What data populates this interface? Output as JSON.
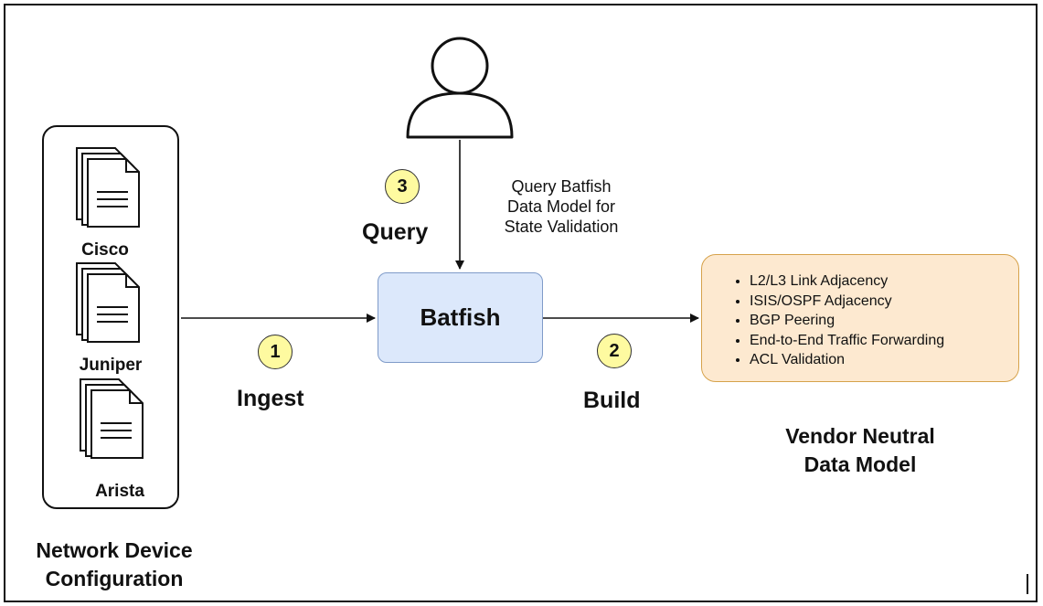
{
  "devices": {
    "labels": [
      "Cisco",
      "Juniper",
      "Arista"
    ],
    "caption_line1": "Network Device",
    "caption_line2": "Configuration"
  },
  "steps": [
    {
      "number": "1",
      "label": "Ingest"
    },
    {
      "number": "2",
      "label": "Build"
    },
    {
      "number": "3",
      "label": "Query"
    }
  ],
  "batfish": {
    "label": "Batfish"
  },
  "query_description": {
    "line1": "Query Batfish",
    "line2": "Data Model for",
    "line3": "State Validation"
  },
  "data_model": {
    "items": [
      "L2/L3 Link Adjacency",
      "ISIS/OSPF Adjacency",
      "BGP Peering",
      "End-to-End Traffic Forwarding",
      "ACL Validation"
    ],
    "caption_line1": "Vendor Neutral",
    "caption_line2": "Data Model"
  },
  "colors": {
    "batfish_fill": "#dce8fb",
    "model_fill": "#fde9d0",
    "model_border": "#d6a24b",
    "step_fill": "#fefaa0"
  },
  "icons": {
    "user": "user-icon",
    "config_file": "document-stack-icon"
  }
}
